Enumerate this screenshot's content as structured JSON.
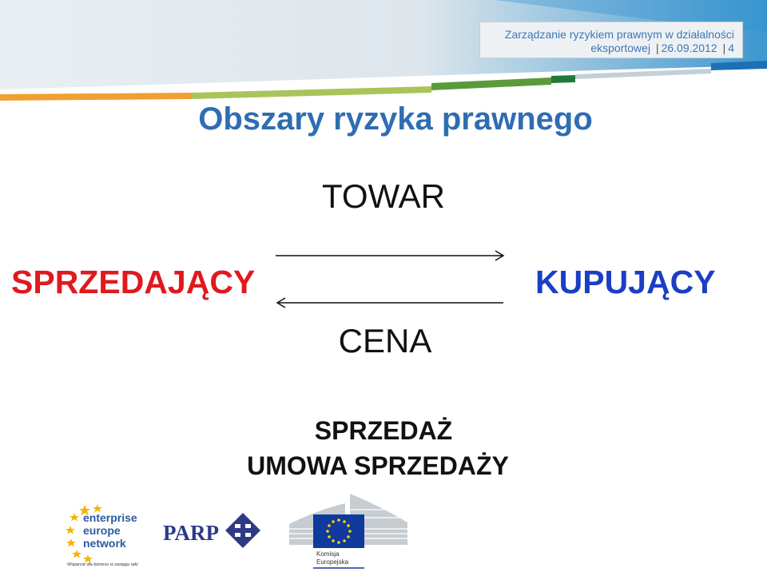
{
  "header": {
    "title_line1": "Zarządzanie ryzykiem prawnym w działalności",
    "title_line2_a": "eksportowej",
    "date": "26.09.2012",
    "page_number": "4",
    "separator": "|"
  },
  "slide": {
    "title": "Obszary ryzyka prawnego",
    "goods_label": "TOWAR",
    "seller_label": "SPRZEDAJĄCY",
    "buyer_label": "KUPUJĄCY",
    "price_label": "CENA",
    "sale_label": "SPRZEDAŻ",
    "contract_label": "UMOWA SPRZEDAŻY"
  },
  "logos": {
    "een_line1": "enterprise",
    "een_line2": "europe",
    "een_line3": "network",
    "een_tagline": "Wsparcie dla biznesu w zasięgu ręki",
    "parp_label": "PARP",
    "ec_line1": "Komisja",
    "ec_line2": "Europejska"
  },
  "colors": {
    "title_blue": "#2f6db3",
    "seller_red": "#e0191f",
    "buyer_blue": "#1a3fc4",
    "header_text": "#3a78b8"
  }
}
